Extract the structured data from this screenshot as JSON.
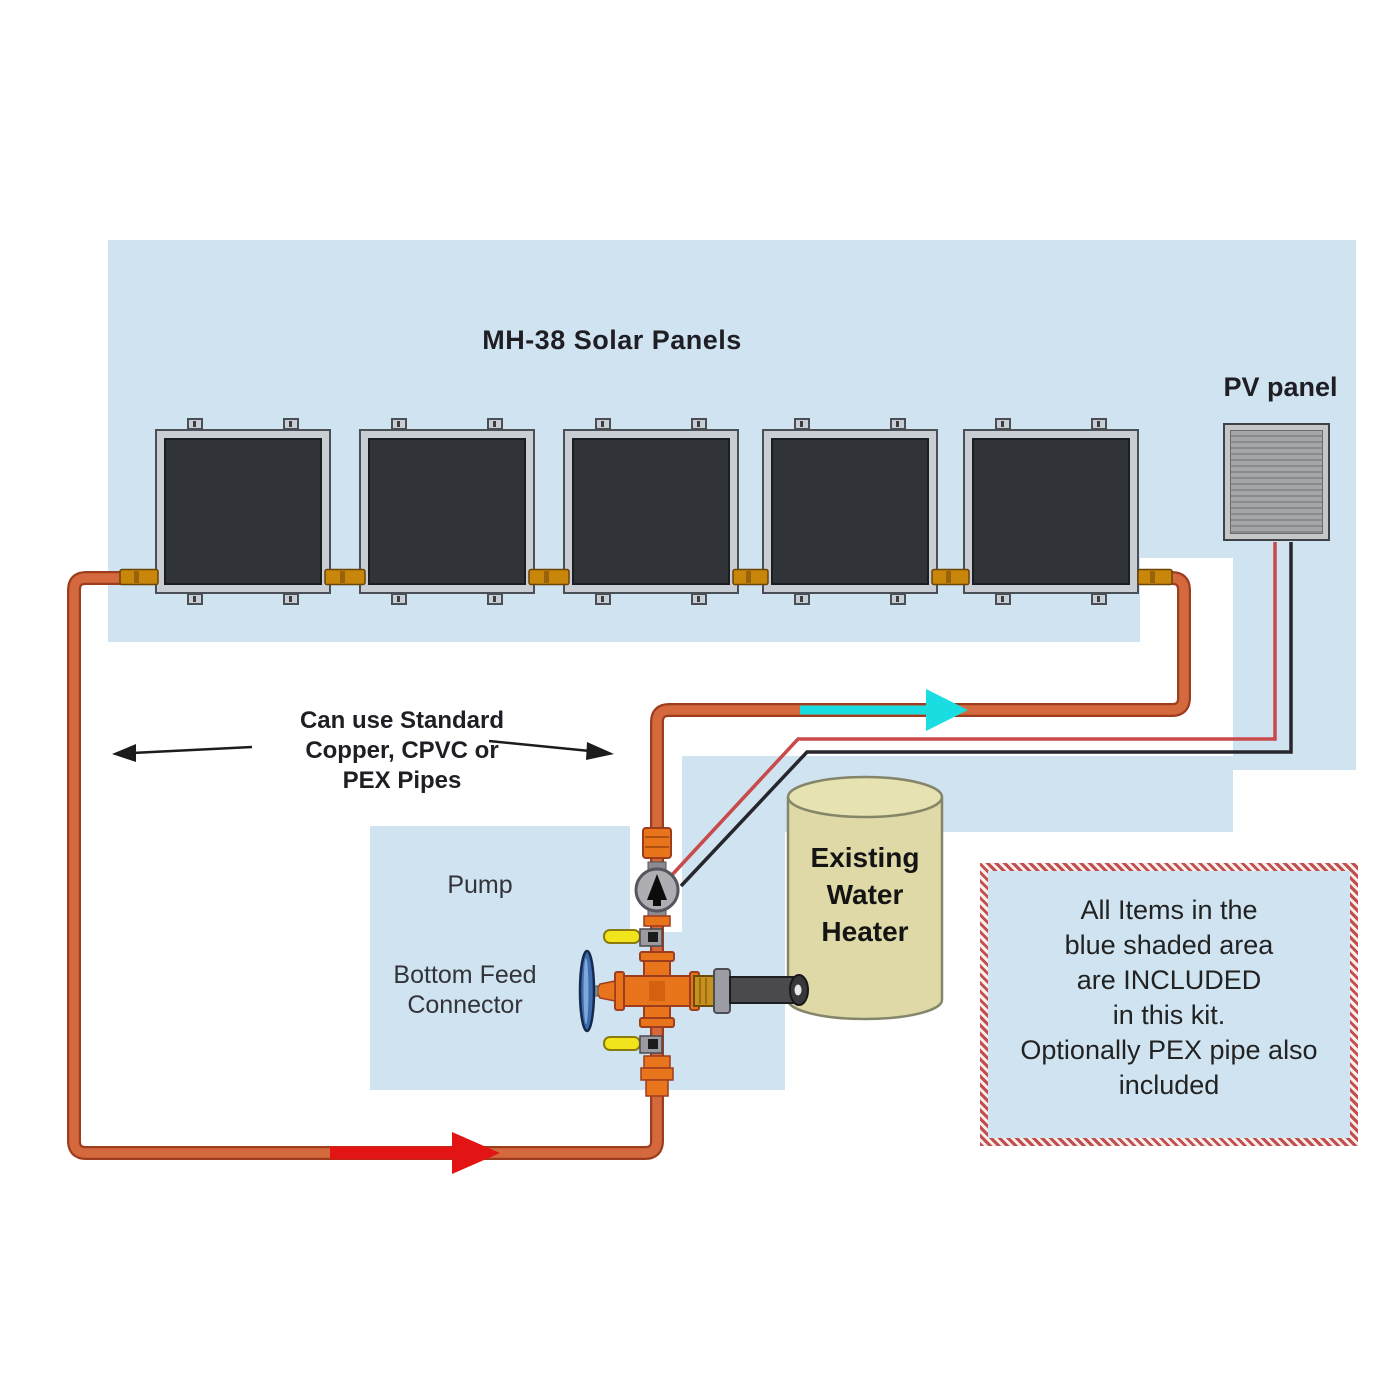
{
  "diagram": {
    "title": "MH-38 Solar Panels",
    "pv_panel": {
      "label": "PV panel"
    },
    "pipes_note": {
      "text": "Can use Standard\nCopper, CPVC or\nPEX Pipes"
    },
    "pump": {
      "label": "Pump"
    },
    "bottom_feed": {
      "label": "Bottom Feed\nConnector"
    },
    "water_heater": {
      "label": "Existing\nWater\nHeater"
    },
    "info_box": {
      "text": "All Items in the\nblue shaded area\nare INCLUDED\nin this kit.\nOptionally PEX pipe also\nincluded"
    },
    "solar_panels": {
      "count": 5
    },
    "colors": {
      "shaded_area": "#cfe3f0",
      "pipe_orange": "#d4693e",
      "pipe_outline": "#9e3c1e",
      "fitting_orange": "#e8741c",
      "brass": "#c8860a",
      "flow_cold": "#19dde0",
      "flow_hot": "#e21414",
      "wire_red": "#c94a4a",
      "wire_black": "#26262c",
      "info_border": "#c0504d",
      "heater_fill": "#ded9a6",
      "panel_dark": "#303338",
      "panel_frame": "#c9ced4",
      "pump_grey": "#aeaeb2",
      "valve_yellow": "#f2e41c",
      "valve_blue": "#3c6db0"
    }
  }
}
